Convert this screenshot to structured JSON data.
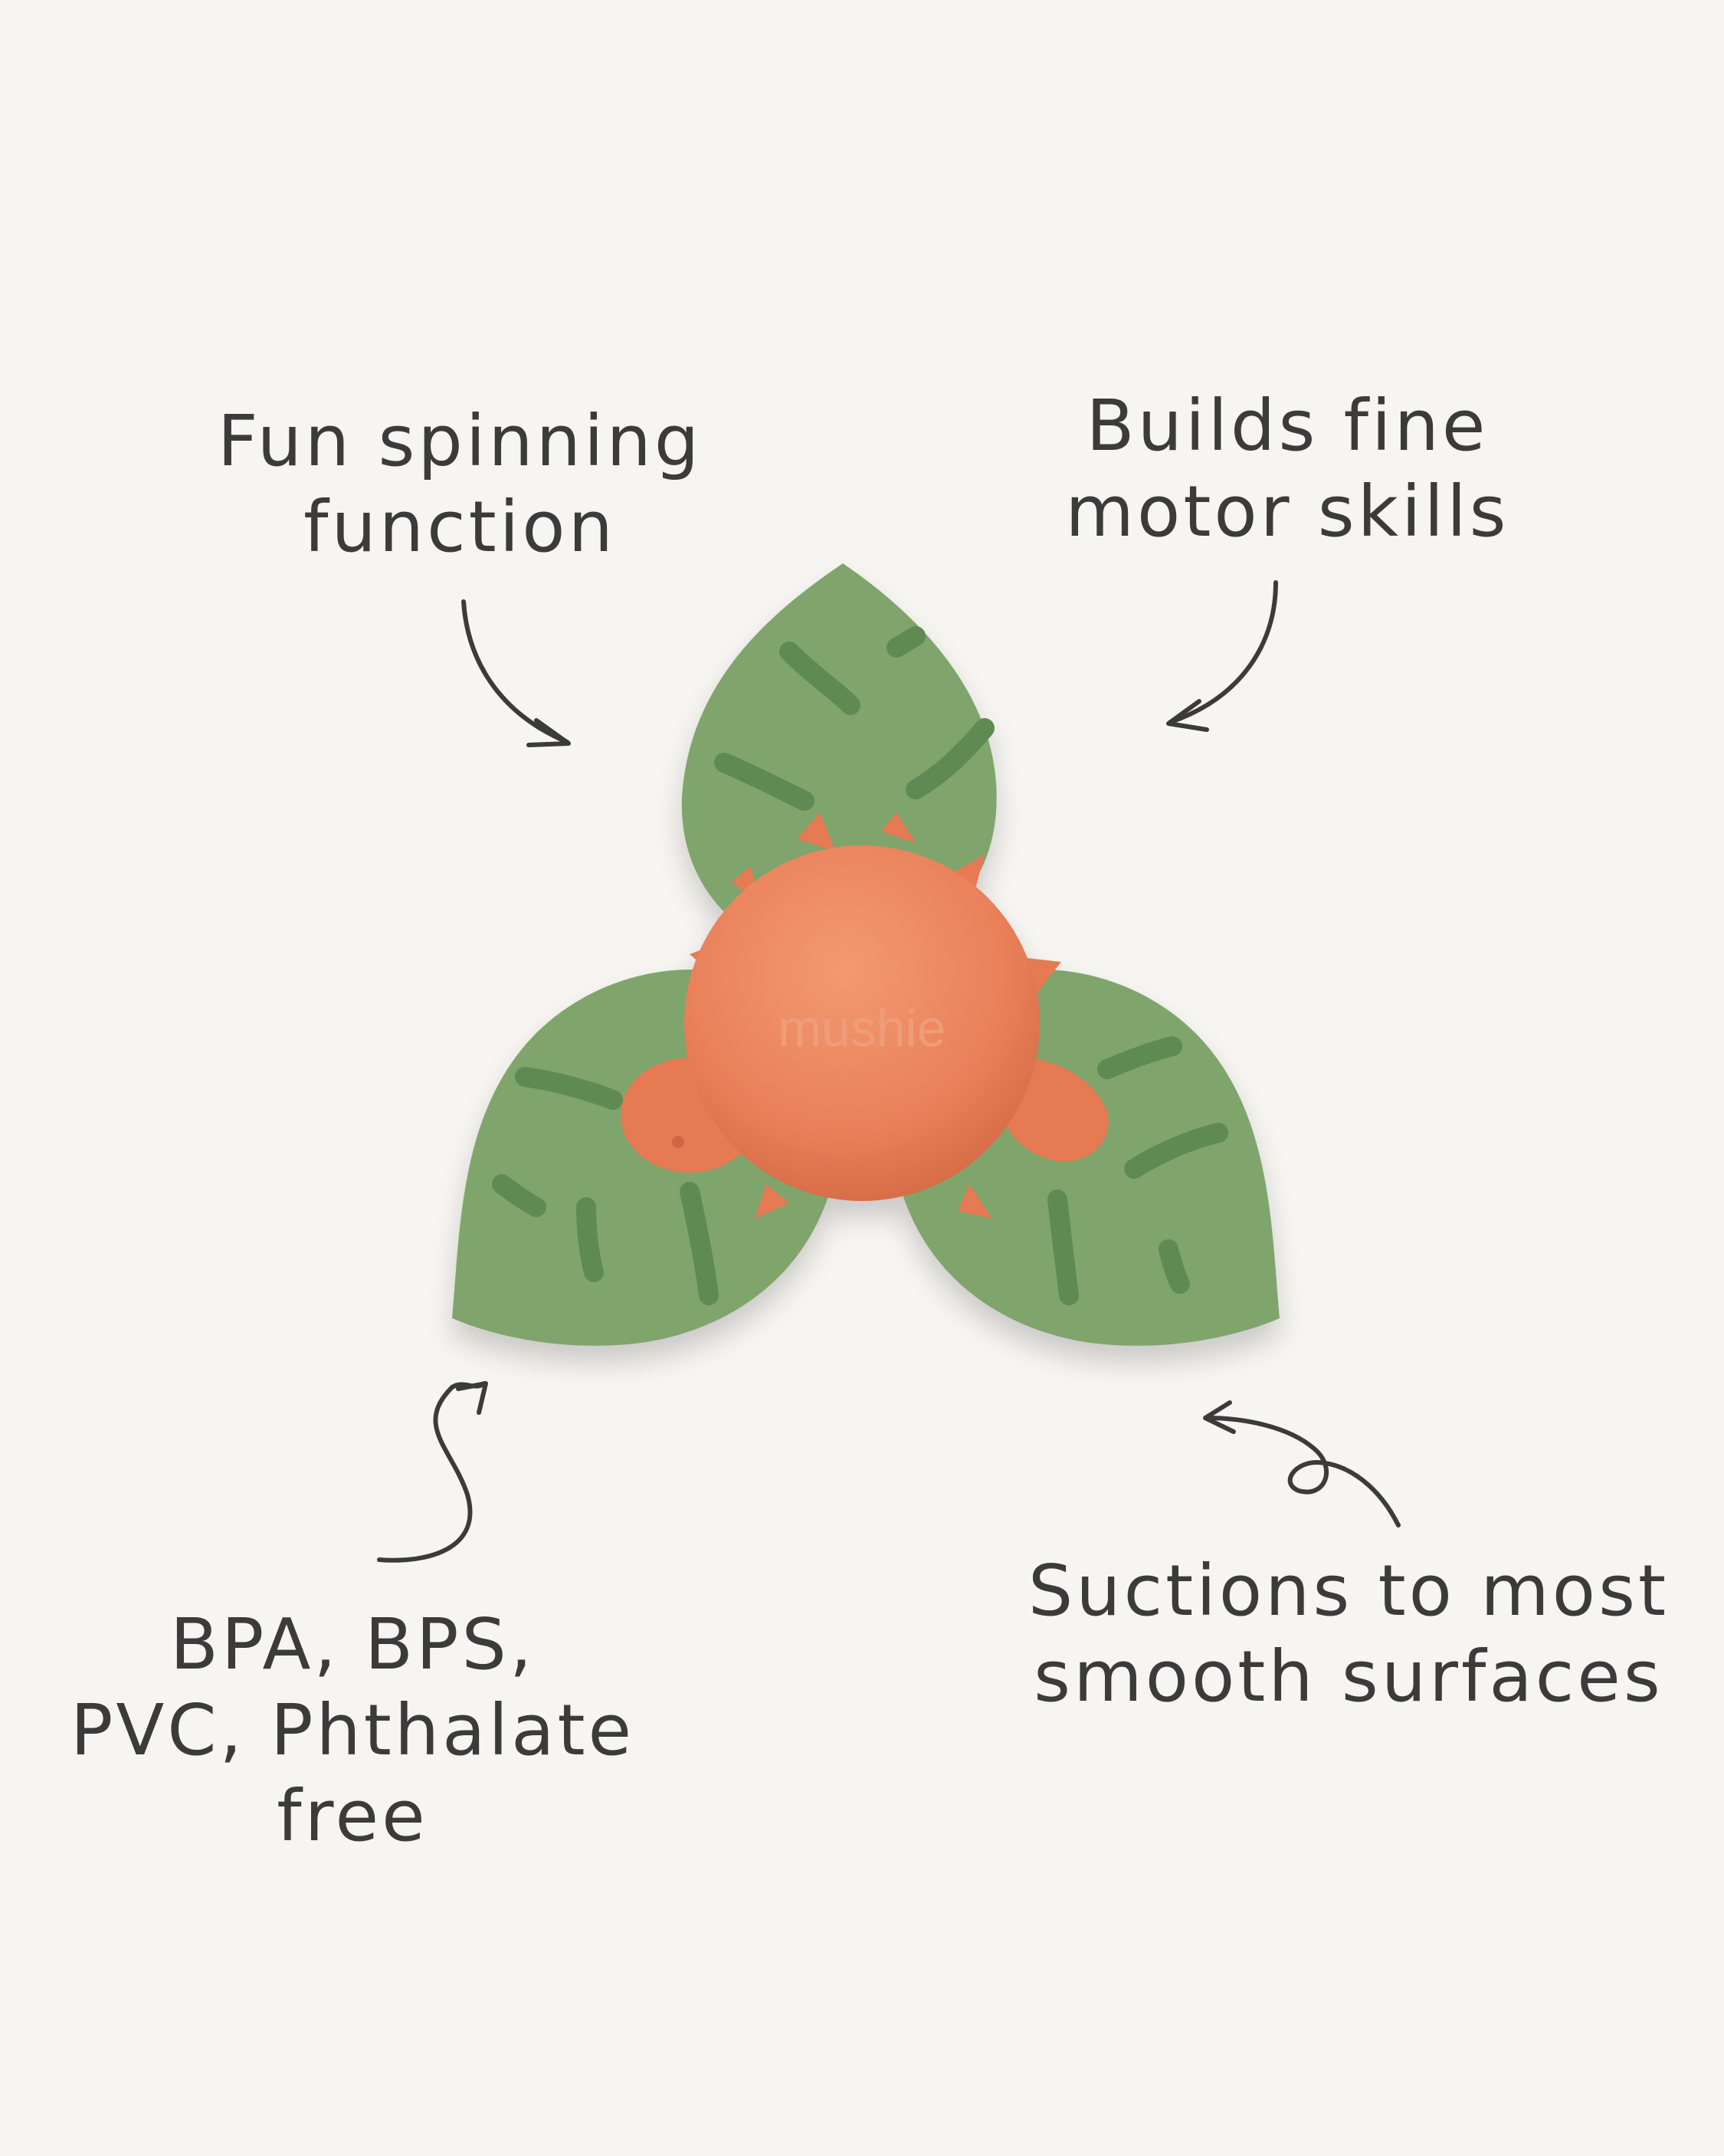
{
  "callouts": {
    "spinning": {
      "line1": "Fun spinning",
      "line2": "function"
    },
    "motor": {
      "line1": "Builds fine",
      "line2": "motor skills"
    },
    "materials": {
      "line1": "BPA, BPS,",
      "line2": "PVC, Phthalate",
      "line3": "free"
    },
    "suction": {
      "line1": "Suctions to most",
      "line2": "smooth surfaces"
    }
  },
  "toy": {
    "brand_text": "mushie",
    "leaf_color": "#7fa56c",
    "leaf_groove_color": "#5e8a52",
    "hub_color": "#e9805a",
    "dino_color": "#e57a52"
  },
  "colors": {
    "background": "#f7f5f2",
    "ink": "#3b3b3b"
  }
}
